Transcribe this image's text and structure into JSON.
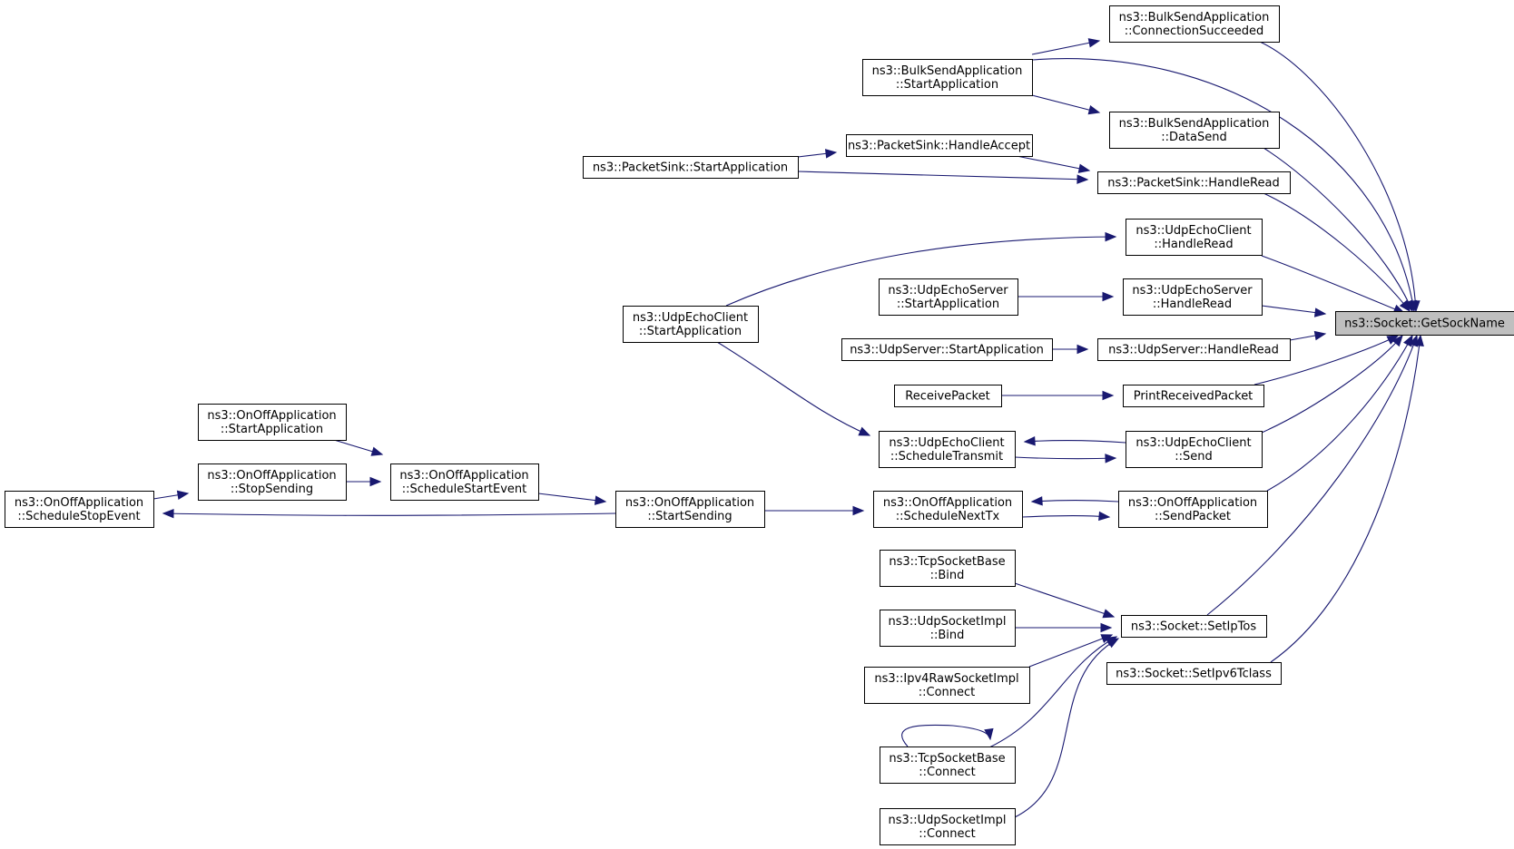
{
  "diagram": {
    "edge_color": "#191970",
    "focus_color": "#bfbfbf",
    "nodes": [
      {
        "id": "get-sock-name",
        "lines": [
          "ns3::Socket::GetSockName"
        ],
        "focus": true
      },
      {
        "id": "bulk-conn-succeeded",
        "lines": [
          "ns3::BulkSendApplication",
          "::ConnectionSucceeded"
        ]
      },
      {
        "id": "bulk-start-app",
        "lines": [
          "ns3::BulkSendApplication",
          "::StartApplication"
        ]
      },
      {
        "id": "bulk-data-send",
        "lines": [
          "ns3::BulkSendApplication",
          "::DataSend"
        ]
      },
      {
        "id": "packetsink-handle-accept",
        "lines": [
          "ns3::PacketSink::HandleAccept"
        ]
      },
      {
        "id": "packetsink-start-app",
        "lines": [
          "ns3::PacketSink::StartApplication"
        ]
      },
      {
        "id": "packetsink-handle-read",
        "lines": [
          "ns3::PacketSink::HandleRead"
        ]
      },
      {
        "id": "udpechoclient-handle-read",
        "lines": [
          "ns3::UdpEchoClient",
          "::HandleRead"
        ]
      },
      {
        "id": "udpechoserver-start-app",
        "lines": [
          "ns3::UdpEchoServer",
          "::StartApplication"
        ]
      },
      {
        "id": "udpechoserver-handle-read",
        "lines": [
          "ns3::UdpEchoServer",
          "::HandleRead"
        ]
      },
      {
        "id": "udpechoclient-start-app",
        "lines": [
          "ns3::UdpEchoClient",
          "::StartApplication"
        ]
      },
      {
        "id": "udpserver-start-app",
        "lines": [
          "ns3::UdpServer::StartApplication"
        ]
      },
      {
        "id": "udpserver-handle-read",
        "lines": [
          "ns3::UdpServer::HandleRead"
        ]
      },
      {
        "id": "receive-packet",
        "lines": [
          "ReceivePacket"
        ]
      },
      {
        "id": "print-received-packet",
        "lines": [
          "PrintReceivedPacket"
        ]
      },
      {
        "id": "onoff-start-app",
        "lines": [
          "ns3::OnOffApplication",
          "::StartApplication"
        ]
      },
      {
        "id": "udpechoclient-schedule-transmit",
        "lines": [
          "ns3::UdpEchoClient",
          "::ScheduleTransmit"
        ]
      },
      {
        "id": "udpechoclient-send",
        "lines": [
          "ns3::UdpEchoClient",
          "::Send"
        ]
      },
      {
        "id": "onoff-schedule-stop",
        "lines": [
          "ns3::OnOffApplication",
          "::ScheduleStopEvent"
        ]
      },
      {
        "id": "onoff-stop-sending",
        "lines": [
          "ns3::OnOffApplication",
          "::StopSending"
        ]
      },
      {
        "id": "onoff-schedule-start",
        "lines": [
          "ns3::OnOffApplication",
          "::ScheduleStartEvent"
        ]
      },
      {
        "id": "onoff-start-sending",
        "lines": [
          "ns3::OnOffApplication",
          "::StartSending"
        ]
      },
      {
        "id": "onoff-schedule-next-tx",
        "lines": [
          "ns3::OnOffApplication",
          "::ScheduleNextTx"
        ]
      },
      {
        "id": "onoff-send-packet",
        "lines": [
          "ns3::OnOffApplication",
          "::SendPacket"
        ]
      },
      {
        "id": "tcpsocketbase-bind",
        "lines": [
          "ns3::TcpSocketBase",
          "::Bind"
        ]
      },
      {
        "id": "udpsocketimpl-bind",
        "lines": [
          "ns3::UdpSocketImpl",
          "::Bind"
        ]
      },
      {
        "id": "socket-set-ip-tos",
        "lines": [
          "ns3::Socket::SetIpTos"
        ]
      },
      {
        "id": "ipv4raw-connect",
        "lines": [
          "ns3::Ipv4RawSocketImpl",
          "::Connect"
        ]
      },
      {
        "id": "socket-set-ipv6-tclass",
        "lines": [
          "ns3::Socket::SetIpv6Tclass"
        ]
      },
      {
        "id": "tcpsocketbase-connect",
        "lines": [
          "ns3::TcpSocketBase",
          "::Connect"
        ]
      },
      {
        "id": "udpsocketimpl-connect",
        "lines": [
          "ns3::UdpSocketImpl",
          "::Connect"
        ]
      }
    ],
    "edges": [
      [
        "bulk-conn-succeeded",
        "get-sock-name"
      ],
      [
        "bulk-start-app",
        "bulk-conn-succeeded"
      ],
      [
        "bulk-start-app",
        "get-sock-name"
      ],
      [
        "bulk-start-app",
        "bulk-data-send"
      ],
      [
        "bulk-data-send",
        "get-sock-name"
      ],
      [
        "packetsink-start-app",
        "packetsink-handle-accept"
      ],
      [
        "packetsink-handle-accept",
        "packetsink-handle-read"
      ],
      [
        "packetsink-start-app",
        "packetsink-handle-read"
      ],
      [
        "packetsink-handle-read",
        "get-sock-name"
      ],
      [
        "udpechoclient-start-app",
        "udpechoclient-handle-read"
      ],
      [
        "udpechoclient-handle-read",
        "get-sock-name"
      ],
      [
        "udpechoserver-start-app",
        "udpechoserver-handle-read"
      ],
      [
        "udpechoserver-handle-read",
        "get-sock-name"
      ],
      [
        "udpserver-start-app",
        "udpserver-handle-read"
      ],
      [
        "udpserver-handle-read",
        "get-sock-name"
      ],
      [
        "receive-packet",
        "print-received-packet"
      ],
      [
        "print-received-packet",
        "get-sock-name"
      ],
      [
        "udpechoclient-start-app",
        "udpechoclient-schedule-transmit"
      ],
      [
        "udpechoclient-schedule-transmit",
        "udpechoclient-send"
      ],
      [
        "udpechoclient-send",
        "udpechoclient-schedule-transmit"
      ],
      [
        "udpechoclient-send",
        "get-sock-name"
      ],
      [
        "onoff-start-app",
        "onoff-schedule-start"
      ],
      [
        "onoff-stop-sending",
        "onoff-schedule-start"
      ],
      [
        "onoff-schedule-stop",
        "onoff-stop-sending"
      ],
      [
        "onoff-schedule-start",
        "onoff-start-sending"
      ],
      [
        "onoff-start-sending",
        "onoff-schedule-stop"
      ],
      [
        "onoff-start-sending",
        "onoff-schedule-next-tx"
      ],
      [
        "onoff-schedule-next-tx",
        "onoff-send-packet"
      ],
      [
        "onoff-send-packet",
        "onoff-schedule-next-tx"
      ],
      [
        "onoff-send-packet",
        "get-sock-name"
      ],
      [
        "tcpsocketbase-bind",
        "socket-set-ip-tos"
      ],
      [
        "udpsocketimpl-bind",
        "socket-set-ip-tos"
      ],
      [
        "ipv4raw-connect",
        "socket-set-ip-tos"
      ],
      [
        "tcpsocketbase-connect",
        "socket-set-ip-tos"
      ],
      [
        "tcpsocketbase-connect",
        "tcpsocketbase-connect"
      ],
      [
        "udpsocketimpl-connect",
        "socket-set-ip-tos"
      ],
      [
        "socket-set-ip-tos",
        "get-sock-name"
      ],
      [
        "socket-set-ipv6-tclass",
        "get-sock-name"
      ]
    ]
  }
}
